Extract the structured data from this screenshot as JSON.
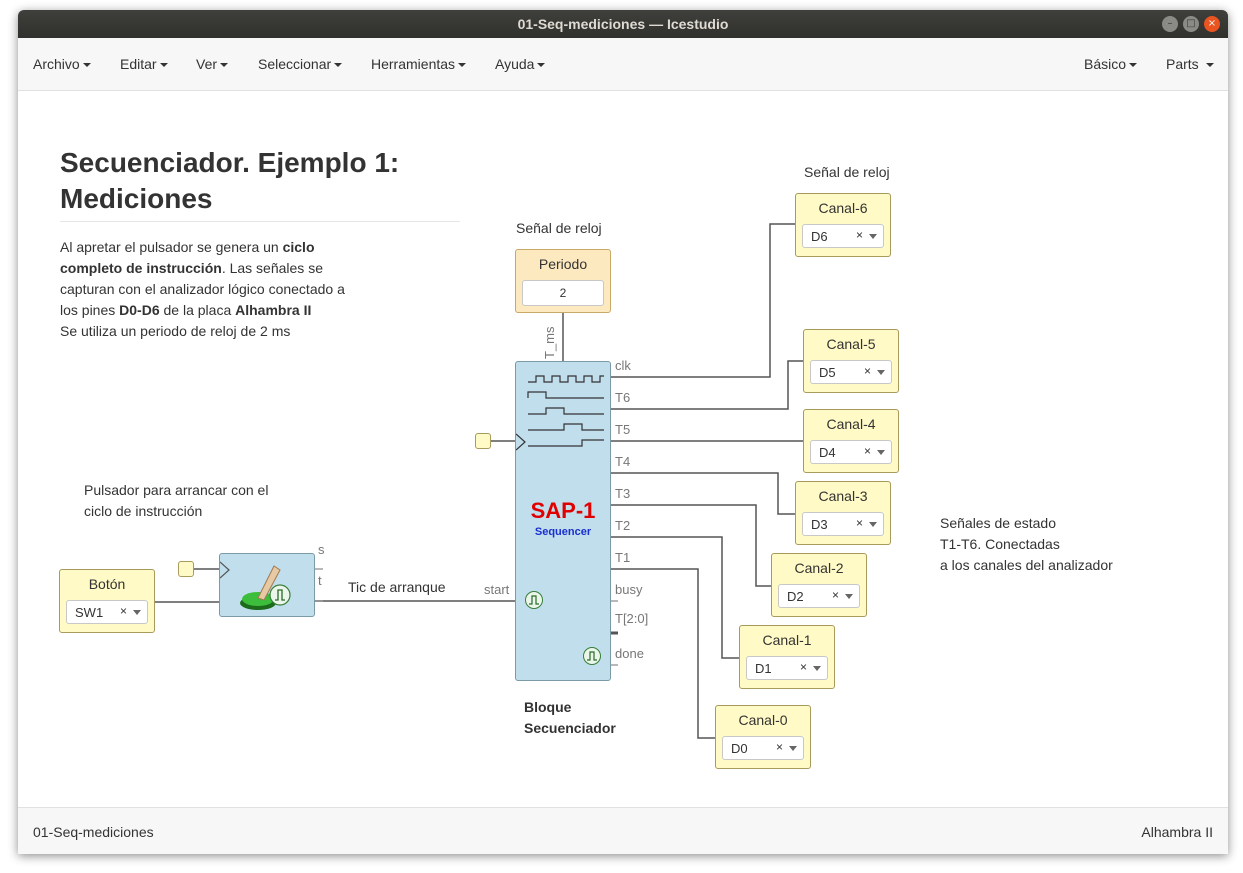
{
  "window": {
    "title": "01-Seq-mediciones — Icestudio"
  },
  "menu": {
    "left": [
      "Archivo",
      "Editar",
      "Ver",
      "Seleccionar",
      "Herramientas",
      "Ayuda"
    ],
    "right": [
      "Básico",
      "Parts"
    ]
  },
  "doc": {
    "heading_line1": "Secuenciador. Ejemplo 1:",
    "heading_line2": "Mediciones",
    "para1": [
      "Al apretar el pulsador se genera un ",
      "ciclo completo de instrucción",
      ". Las señales se capturan con el analizador lógico conectado a los pines ",
      "D0-D6",
      " de la placa ",
      "Alhambra II",
      "Se utiliza un periodo de reloj de 2 ms"
    ],
    "pulsador_note_l1": "Pulsador para arrancar con el",
    "pulsador_note_l2": "ciclo de instrucción",
    "clock_label_1": "Señal de reloj",
    "clock_label_2": "Señal de reloj",
    "estado_l1": "Señales de estado",
    "estado_l2": "T1-T6. Conectadas",
    "estado_l3": "a los canales del analizador",
    "bloque_l1": "Bloque",
    "bloque_l2": "Secuenciador",
    "tic_label": "Tic de arranque"
  },
  "blocks": {
    "boton": {
      "title": "Botón",
      "value": "SW1"
    },
    "periodo": {
      "title": "Periodo",
      "value": "2",
      "port": "T_ms"
    },
    "canales": [
      {
        "title": "Canal-6",
        "value": "D6"
      },
      {
        "title": "Canal-5",
        "value": "D5"
      },
      {
        "title": "Canal-4",
        "value": "D4"
      },
      {
        "title": "Canal-3",
        "value": "D3"
      },
      {
        "title": "Canal-2",
        "value": "D2"
      },
      {
        "title": "Canal-1",
        "value": "D1"
      },
      {
        "title": "Canal-0",
        "value": "D0"
      }
    ]
  },
  "sap": {
    "name": "SAP-1",
    "sub": "Sequencer",
    "in_port": "start",
    "out_ports": [
      "clk",
      "T6",
      "T5",
      "T4",
      "T3",
      "T2",
      "T1",
      "busy",
      "T[2:0]",
      "done"
    ],
    "name_color": "#e00000",
    "sub_color": "#1a2fd0"
  },
  "button_mod": {
    "ports": [
      "s",
      "t"
    ]
  },
  "footer": {
    "left": "01-Seq-mediciones",
    "right": "Alhambra II"
  },
  "colors": {
    "accent_close": "#e95420",
    "block_fill": "#fffac6",
    "module_fill": "#c0deec"
  }
}
